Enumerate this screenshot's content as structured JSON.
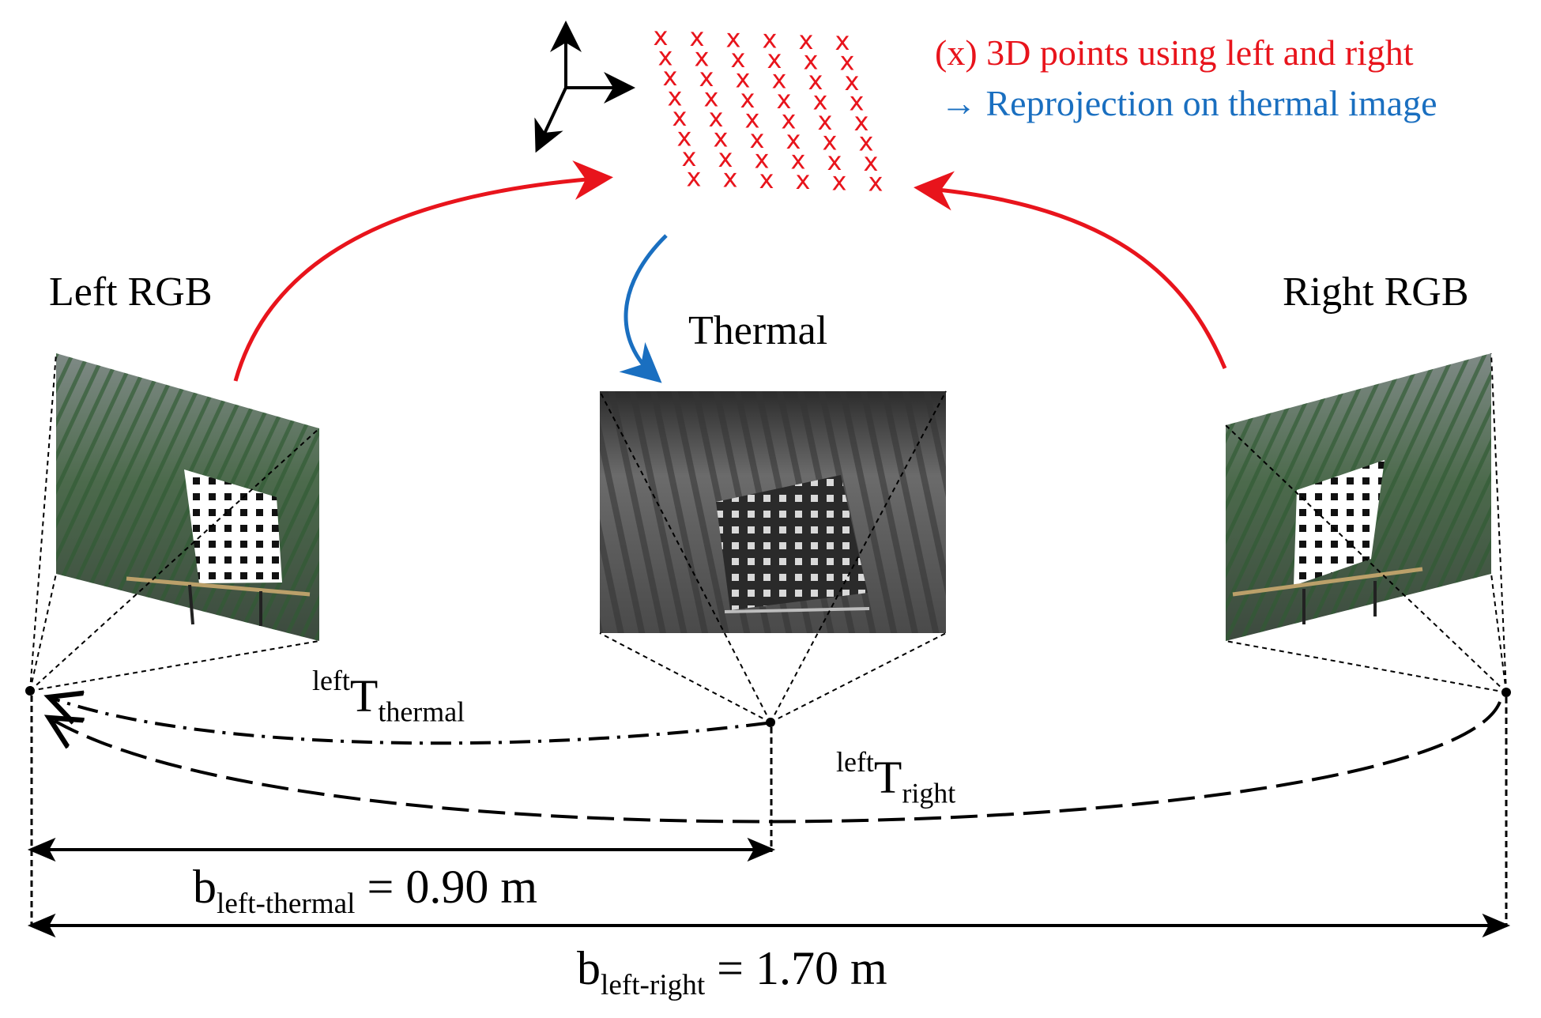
{
  "colors": {
    "red": "#e8141c",
    "blue": "#1a6fc0",
    "black": "#000000"
  },
  "legend": {
    "points_text": "(x) 3D points using left and right",
    "reproj_arrow": "→",
    "reproj_text": "Reprojection on thermal image"
  },
  "labels": {
    "left_rgb": "Left RGB",
    "right_rgb": "Right RGB",
    "thermal": "Thermal"
  },
  "transforms": {
    "left_thermal": {
      "sup": "left",
      "base": "T",
      "sub": "thermal"
    },
    "left_right": {
      "sup": "left",
      "base": "T",
      "sub": "right"
    }
  },
  "baselines": {
    "left_thermal": {
      "base": "b",
      "sub": "left-thermal",
      "value": " = 0.90 m"
    },
    "left_right": {
      "base": "b",
      "sub": "left-right",
      "value": " = 1.70 m"
    }
  },
  "point_grid": {
    "rows": 8,
    "cols": 6,
    "marker": "x"
  },
  "icons": [
    "coordinate-axes-icon",
    "checkerboard-target-icon"
  ]
}
